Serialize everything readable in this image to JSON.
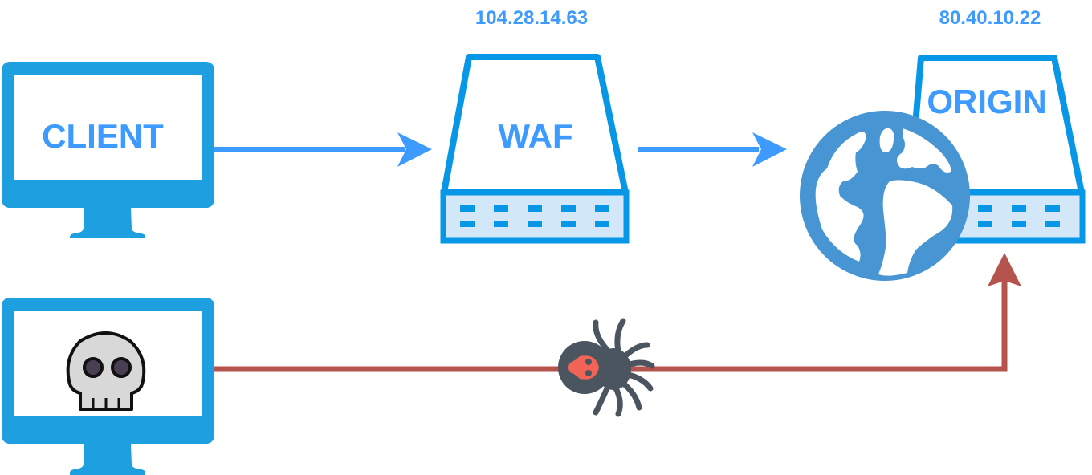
{
  "diagram": {
    "nodes": {
      "client": {
        "label": "CLIENT",
        "type": "monitor"
      },
      "attacker": {
        "label": "",
        "type": "monitor",
        "icon": "skull-icon"
      },
      "waf": {
        "label": "WAF",
        "ip": "104.28.14.63",
        "type": "server"
      },
      "origin": {
        "label": "ORIGIN",
        "ip": "80.40.10.22",
        "type": "server",
        "icon": "globe-icon"
      }
    },
    "edges": [
      {
        "from": "client",
        "to": "waf",
        "style": "normal"
      },
      {
        "from": "waf",
        "to": "origin",
        "style": "normal"
      },
      {
        "from": "attacker",
        "to": "origin",
        "style": "bypass",
        "marker": "spider-icon"
      }
    ],
    "colors": {
      "monitor": "#1ea0e0",
      "label": "#3d9bff",
      "server_stroke": "#0897e6",
      "server_panel": "#d2e8f8",
      "arrow_normal": "#3d9bff",
      "arrow_bypass": "#b5534d",
      "globe": "#4795d2",
      "spider": "#4a5560",
      "spider_accent": "#f26457"
    }
  }
}
